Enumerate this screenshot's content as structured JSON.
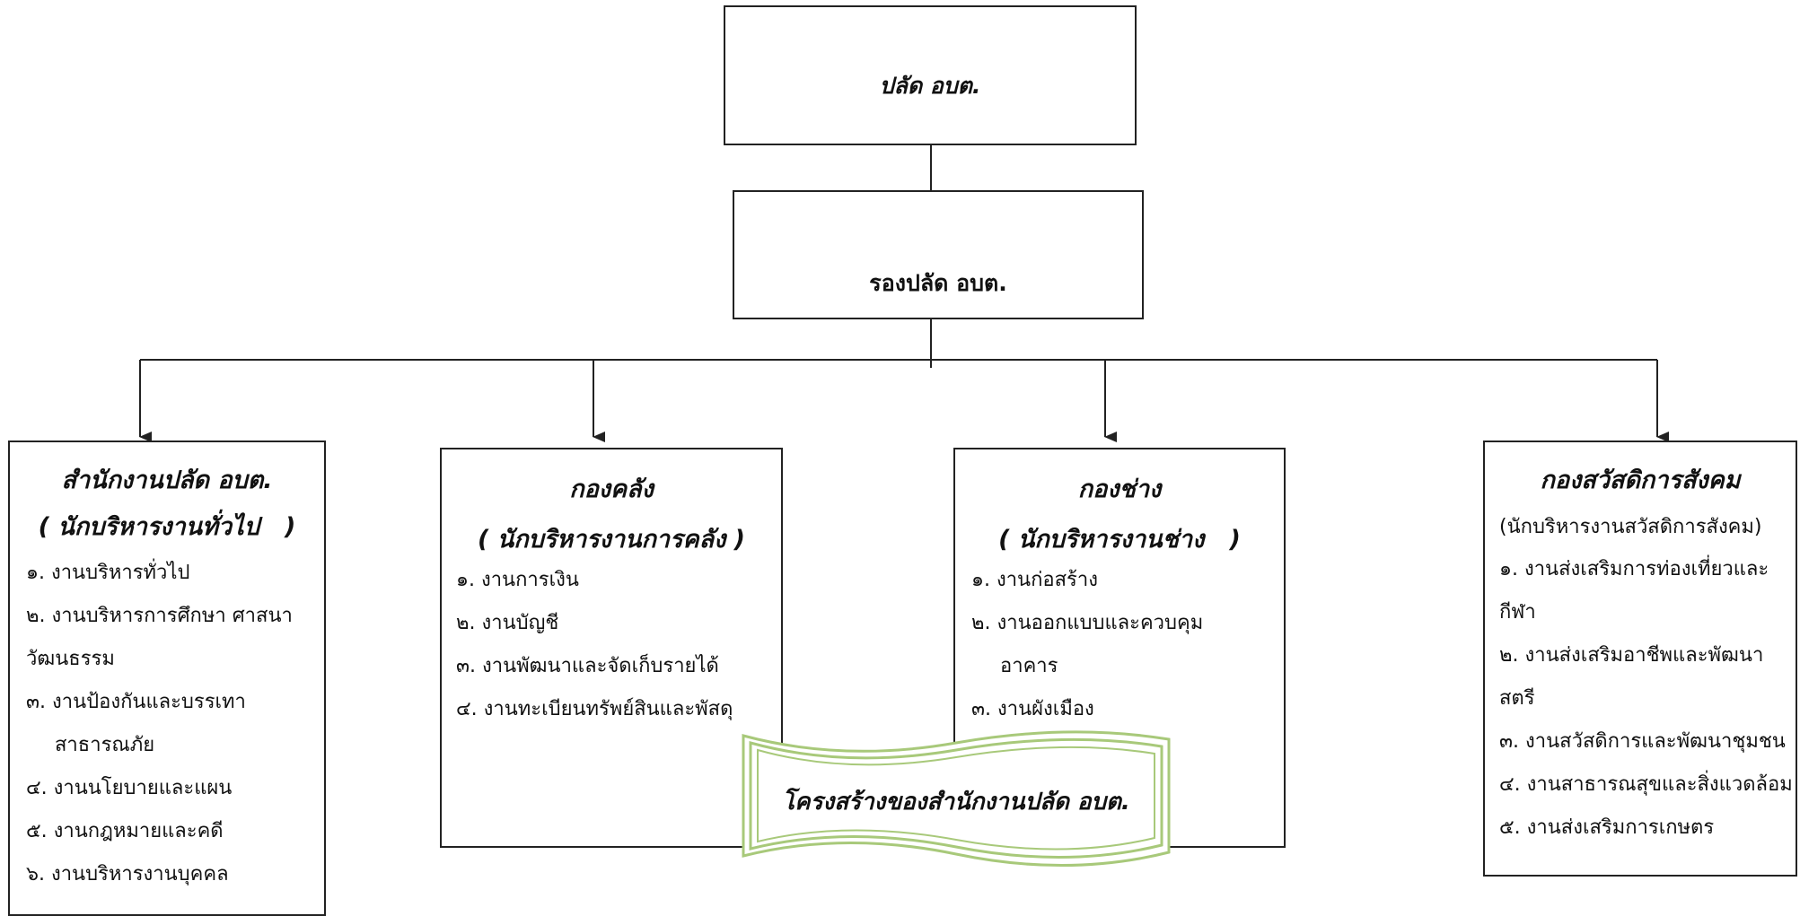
{
  "boss": {
    "title": "ปลัด อบต."
  },
  "deputy": {
    "title": "รองปลัด อบต."
  },
  "departments": [
    {
      "title": "สำนักงานปลัด อบต.",
      "subtitle": "( นักบริหารงานทั่วไป   )",
      "items": [
        "๑. งานบริหารทั่วไป",
        "๒. งานบริหารการศึกษา ศาสนา",
        "วัฒนธรรม",
        "๓. งานป้องกันและบรรเทา",
        "สาธารณภัย",
        "๔. งานนโยบายและแผน",
        "๕. งานกฎหมายและคดี",
        "๖. งานบริหารงานบุคคล"
      ]
    },
    {
      "title": "กองคลัง",
      "subtitle": "( นักบริหารงานการคลัง )",
      "items": [
        "๑. งานการเงิน",
        "๒. งานบัญชี",
        "๓. งานพัฒนาและจัดเก็บรายได้",
        "๔. งานทะเบียนทรัพย์สินและพัสดุ"
      ]
    },
    {
      "title": "กองช่าง",
      "subtitle": "( นักบริหารงานช่าง   )",
      "items": [
        "๑. งานก่อสร้าง",
        "๒. งานออกแบบและควบคุม",
        "อาคาร",
        "๓. งานผังเมือง"
      ]
    },
    {
      "title": "กองสวัสดิการสังคม",
      "subtitle": "(นักบริหารงานสวัสดิการสังคม)",
      "items": [
        "๑.  งานส่งเสริมการท่องเที่ยวและ",
        "กีฬา",
        "๒. งานส่งเสริมอาชีพและพัฒนา",
        "สตรี",
        "๓. งานสวัสดิการและพัฒนาชุมชน",
        "๔. งานสาธารณสุขและสิ่งแวดล้อม",
        "๕. งานส่งเสริมการเกษตร"
      ]
    }
  ],
  "banner": {
    "text": "โครงสร้างของสำนักงานปลัด อบต."
  },
  "colors": {
    "line": "#222222",
    "banner_border": "#a8c97a"
  }
}
